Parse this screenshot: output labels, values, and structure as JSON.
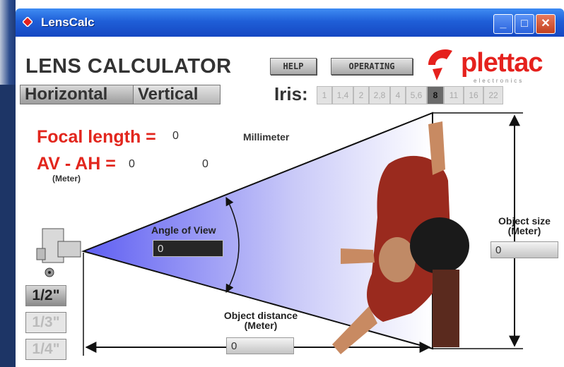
{
  "window": {
    "title": "LensCalc",
    "minimize_glyph": "_",
    "maximize_glyph": "□",
    "close_glyph": "✕"
  },
  "header": {
    "app_title": "LENS CALCULATOR",
    "help_label": "HELP",
    "operating_label": "OPERATING",
    "logo_text": "plettac",
    "logo_subtext": "electronics"
  },
  "tabs": {
    "horizontal": "Horizontal",
    "vertical": "Vertical",
    "active": "Horizontal"
  },
  "iris": {
    "label": "Iris:",
    "options": [
      "1",
      "1,4",
      "2",
      "2,8",
      "4",
      "5,6",
      "8",
      "11",
      "16",
      "22"
    ],
    "selected": "8"
  },
  "results": {
    "focal_label": "Focal length =",
    "focal_value": "0",
    "focal_unit": "Millimeter",
    "avah_label": "AV - AH =",
    "avah_value1": "0",
    "avah_value2": "0",
    "avah_unit": "(Meter)"
  },
  "diagram": {
    "angle_label": "Angle of View",
    "angle_value": "0",
    "object_size_label": "Object size",
    "object_size_unit": "(Meter)",
    "object_size_value": "0",
    "object_distance_label": "Object distance",
    "object_distance_unit": "(Meter)",
    "object_distance_value": "0"
  },
  "sensors": {
    "options": [
      "1/2\"",
      "1/3\"",
      "1/4\""
    ],
    "selected": "1/2\""
  },
  "colors": {
    "accent_red": "#e2261d",
    "titlebar_blue": "#1f5fd8",
    "cone_blue": "#6f6ff0"
  },
  "icons": {
    "title_icon": "diamond-icon",
    "camera": "camera-icon",
    "person": "person-icon"
  }
}
